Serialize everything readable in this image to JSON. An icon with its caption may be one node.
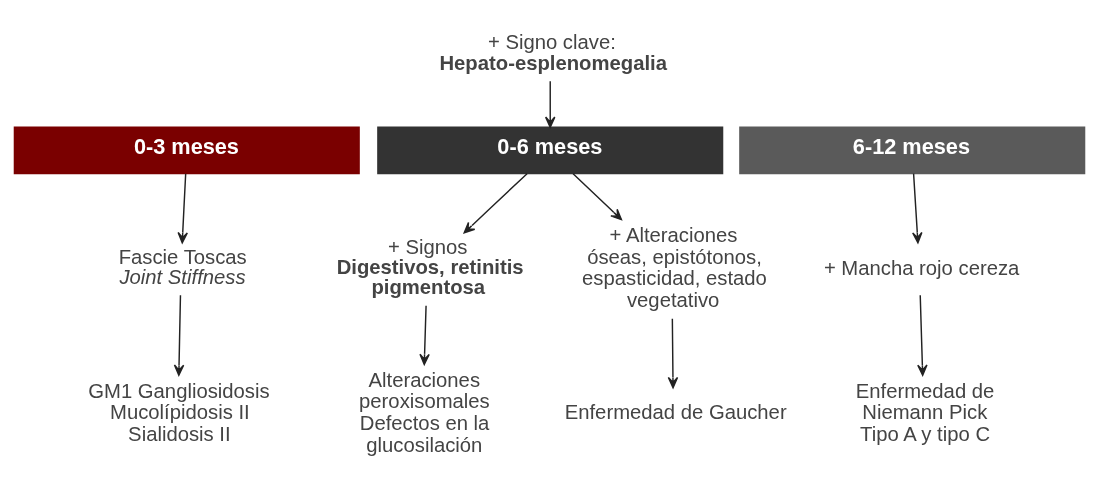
{
  "diagram": {
    "nodes": [
      {
        "text": [
          "+ Signo clave:",
          "Hepato-esplenomegalia"
        ]
      },
      {
        "text": [
          "0-3 meses"
        ]
      },
      {
        "text": [
          "0-6 meses"
        ]
      },
      {
        "text": [
          "6-12 meses"
        ]
      },
      {
        "text": [
          "Fascie Toscas",
          "Joint Stiffness"
        ]
      },
      {
        "text": [
          "+ Signos",
          "Digestivos, retinitis pigmentosa"
        ]
      },
      {
        "text": [
          "+ Alteraciones óseas, epistótonos, espasticidad, estado vegetativo"
        ]
      },
      {
        "text": [
          "+ Mancha rojo cereza"
        ]
      },
      {
        "text": [
          "GM1 Gangliosidosis",
          "Mucolípidosis II",
          "Sialidosis II"
        ]
      },
      {
        "text": [
          "Alteraciones peroxisomales",
          "Defectos en la glucosilación"
        ]
      },
      {
        "text": [
          "Enfermedad de Gaucher"
        ]
      },
      {
        "text": [
          "Enfermedad de Niemann Pick Tipo A y tipo C"
        ]
      }
    ],
    "edges": [
      {
        "from": 0,
        "to": 2,
        "arrow": "to"
      },
      {
        "from": 1,
        "to": 4,
        "arrow": "to"
      },
      {
        "from": 2,
        "to": 5,
        "arrow": "to"
      },
      {
        "from": 2,
        "to": 6,
        "arrow": "to"
      },
      {
        "from": 3,
        "to": 7,
        "arrow": "to"
      },
      {
        "from": 4,
        "to": 8,
        "arrow": "to"
      },
      {
        "from": 5,
        "to": 9,
        "arrow": "to"
      },
      {
        "from": 6,
        "to": 10,
        "arrow": "to"
      },
      {
        "from": 7,
        "to": 11,
        "arrow": "to"
      }
    ]
  }
}
